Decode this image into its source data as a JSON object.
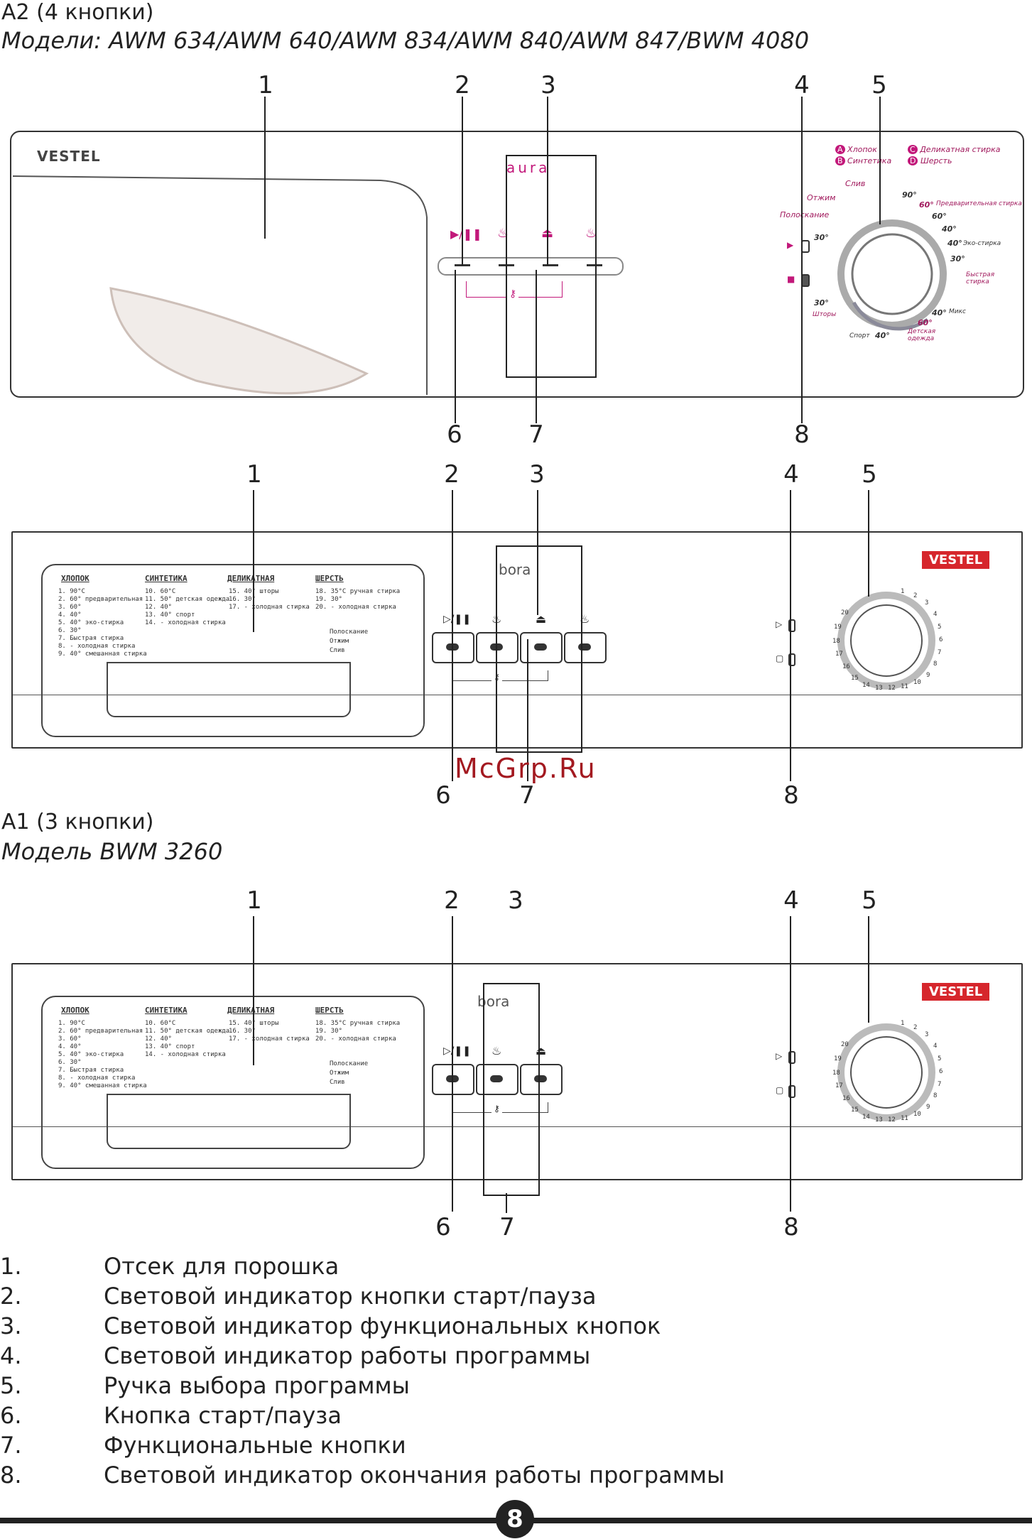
{
  "section_a2": {
    "heading": "A2 (4 кнопки)",
    "models": "Модели: AWM 634/AWM 640/AWM 834/AWM 840/AWM 847/BWM 4080",
    "brand": "VESTEL",
    "series": "aura",
    "callouts_top": [
      "1",
      "2",
      "3",
      "4",
      "5"
    ],
    "callouts_bottom": [
      "6",
      "7",
      "8"
    ],
    "dial": {
      "programs": [
        {
          "badge": "A",
          "label": "Хлопок"
        },
        {
          "badge": "B",
          "label": "Синтетика"
        },
        {
          "badge": "C",
          "label": "Деликатная стирка"
        },
        {
          "badge": "D",
          "label": "Шерсть"
        }
      ],
      "labels": {
        "sliv": "Слив",
        "otzhim": "Отжим",
        "poloskanie": "Полоскание",
        "t90": "90°",
        "t60a": "60°",
        "pre": "Предварительная стирка",
        "t60b": "60°",
        "t40a": "40°",
        "t40b": "40°",
        "eco": "Эко-стирка",
        "t30a": "30°",
        "fast": "Быстрая стирка",
        "t40c": "40°",
        "mix": "Микс",
        "t60c": "60°",
        "kids": "Детская одежда",
        "sport": "Спорт",
        "t40d": "40°",
        "t30b": "30°",
        "shtory": "Шторы",
        "t30c": "30°"
      }
    }
  },
  "section_bora4": {
    "brand": "VESTEL",
    "series": "bora",
    "callouts_top": [
      "1",
      "2",
      "3",
      "4",
      "5"
    ],
    "callouts_bottom": [
      "6",
      "7",
      "8"
    ],
    "watermark": "McGrp.Ru"
  },
  "program_table": {
    "heads": [
      "ХЛОПОК",
      "СИНТЕТИКА",
      "ДЕЛИКАТНАЯ",
      "ШЕРСТЬ"
    ],
    "col1": [
      "1.  90°С",
      "2.  60° предварительная",
      "3.  60°",
      "4.  40°",
      "5.  40° эко-стирка",
      "6.  30°",
      "7.  Быстрая стирка",
      "8.   -   холодная стирка",
      "9.  40° смешанная стирка"
    ],
    "col2": [
      "10.  60°С",
      "11.  50° детская одежда",
      "12.  40°",
      "13.  40° спорт",
      "14.   -   холодная стирка"
    ],
    "col3": [
      "15.  40° шторы",
      "16.  30°",
      "17.   -   холодная стирка"
    ],
    "col4": [
      "18.  35°С ручная стирка",
      "19.  30°",
      "20.   -   холодная стирка"
    ],
    "extras": [
      "Полоскание",
      "Отжим",
      "Слив"
    ],
    "dial_numbers": [
      "1",
      "2",
      "3",
      "4",
      "5",
      "6",
      "7",
      "8",
      "9",
      "10",
      "11",
      "12",
      "13",
      "14",
      "15",
      "16",
      "17",
      "18",
      "19",
      "20"
    ]
  },
  "section_a1": {
    "heading": "A1 (3 кнопки)",
    "models": "Модель BWM 3260",
    "brand": "VESTEL",
    "series": "bora",
    "callouts_top": [
      "1",
      "2",
      "3",
      "4",
      "5"
    ],
    "callouts_bottom": [
      "6",
      "7",
      "8"
    ]
  },
  "legend": [
    {
      "n": "1.",
      "t": "Отсек для порошка"
    },
    {
      "n": "2.",
      "t": "Световой индикатор кнопки старт/пауза"
    },
    {
      "n": "3.",
      "t": "Световой индикатор функциональных кнопок"
    },
    {
      "n": "4.",
      "t": "Световой индикатор работы программы"
    },
    {
      "n": "5.",
      "t": "Ручка выбора программы"
    },
    {
      "n": "6.",
      "t": "Кнопка старт/пауза"
    },
    {
      "n": "7.",
      "t": "Функциональные кнопки"
    },
    {
      "n": "8.",
      "t": "Световой индикатор окончания работы программы"
    }
  ],
  "page_number": "8",
  "colors": {
    "accent": "#c2187a",
    "brand_red": "#d6262c",
    "line": "#222222"
  }
}
